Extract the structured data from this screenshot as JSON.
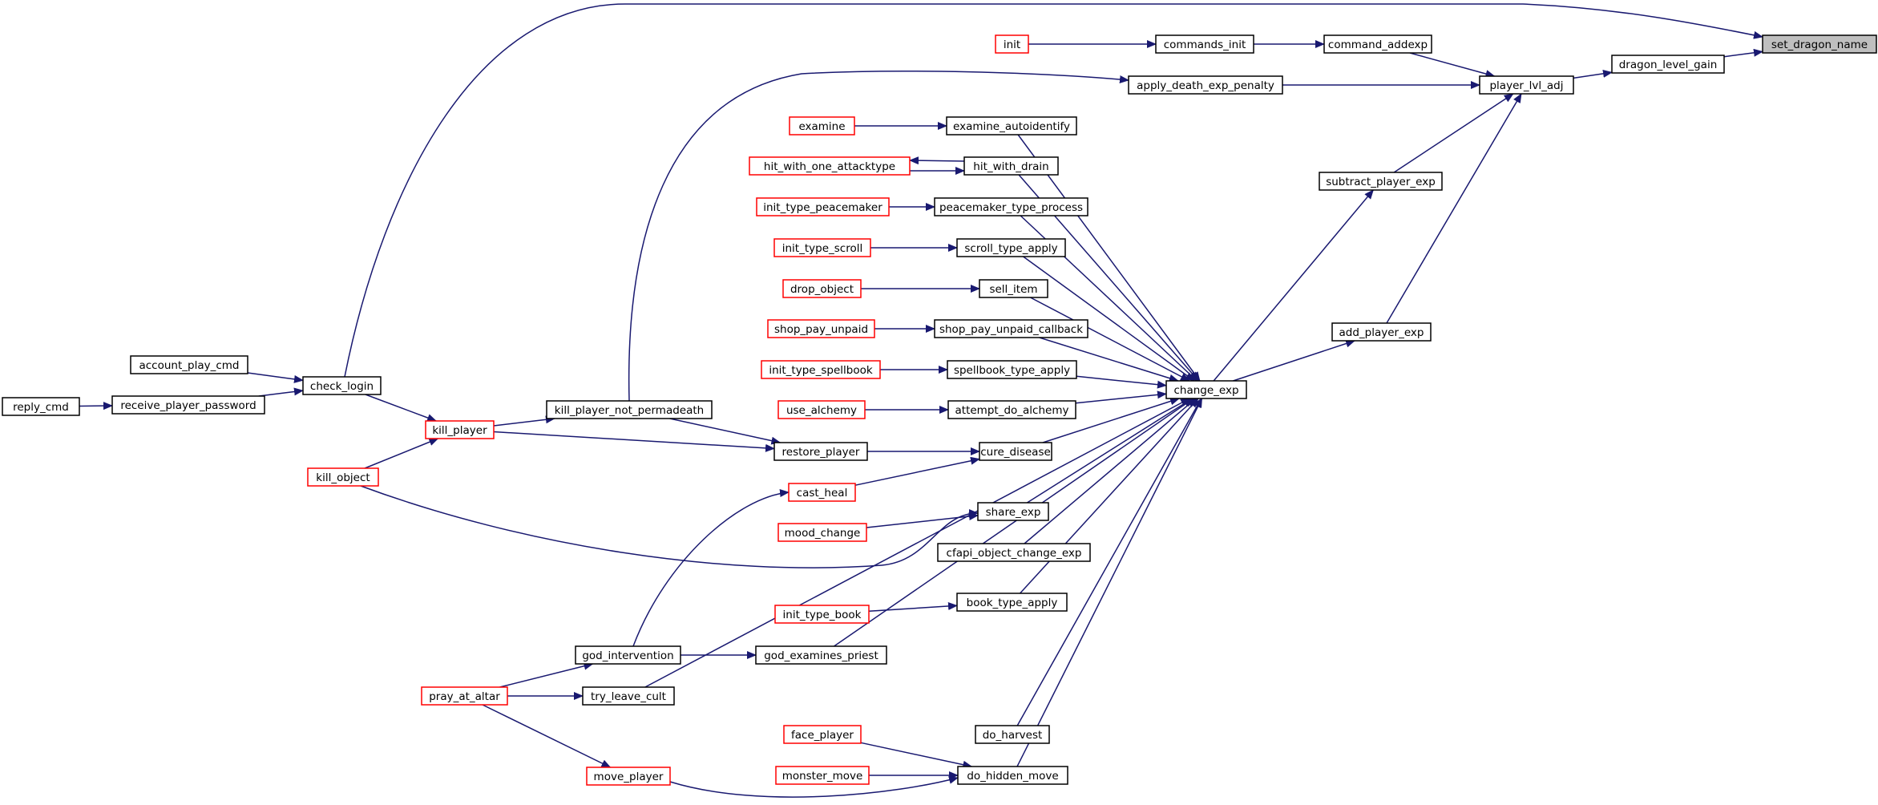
{
  "diagram": {
    "colors": {
      "root_fill": "#bfbfbf",
      "black": "#000000",
      "red": "#ff0000",
      "edge": "#191970"
    },
    "nodes": [
      {
        "id": "set_dragon_name",
        "label": "set_dragon_name",
        "style": "root"
      },
      {
        "id": "dragon_level_gain",
        "label": "dragon_level_gain",
        "style": "black"
      },
      {
        "id": "player_lvl_adj",
        "label": "player_lvl_adj",
        "style": "black"
      },
      {
        "id": "command_addexp",
        "label": "command_addexp",
        "style": "black"
      },
      {
        "id": "commands_init",
        "label": "commands_init",
        "style": "black"
      },
      {
        "id": "init",
        "label": "init",
        "style": "red"
      },
      {
        "id": "apply_death_exp_penalty",
        "label": "apply_death_exp_penalty",
        "style": "black"
      },
      {
        "id": "subtract_player_exp",
        "label": "subtract_player_exp",
        "style": "black"
      },
      {
        "id": "add_player_exp",
        "label": "add_player_exp",
        "style": "black"
      },
      {
        "id": "change_exp",
        "label": "change_exp",
        "style": "black"
      },
      {
        "id": "examine_autoidentify",
        "label": "examine_autoidentify",
        "style": "black"
      },
      {
        "id": "examine",
        "label": "examine",
        "style": "red"
      },
      {
        "id": "hit_with_drain",
        "label": "hit_with_drain",
        "style": "black"
      },
      {
        "id": "hit_with_one_attacktype",
        "label": "hit_with_one_attacktype",
        "style": "red"
      },
      {
        "id": "peacemaker_type_process",
        "label": "peacemaker_type_process",
        "style": "black"
      },
      {
        "id": "init_type_peacemaker",
        "label": "init_type_peacemaker",
        "style": "red"
      },
      {
        "id": "scroll_type_apply",
        "label": "scroll_type_apply",
        "style": "black"
      },
      {
        "id": "init_type_scroll",
        "label": "init_type_scroll",
        "style": "red"
      },
      {
        "id": "sell_item",
        "label": "sell_item",
        "style": "black"
      },
      {
        "id": "drop_object",
        "label": "drop_object",
        "style": "red"
      },
      {
        "id": "shop_pay_unpaid_callback",
        "label": "shop_pay_unpaid_callback",
        "style": "black"
      },
      {
        "id": "shop_pay_unpaid",
        "label": "shop_pay_unpaid",
        "style": "red"
      },
      {
        "id": "spellbook_type_apply",
        "label": "spellbook_type_apply",
        "style": "black"
      },
      {
        "id": "init_type_spellbook",
        "label": "init_type_spellbook",
        "style": "red"
      },
      {
        "id": "attempt_do_alchemy",
        "label": "attempt_do_alchemy",
        "style": "black"
      },
      {
        "id": "use_alchemy",
        "label": "use_alchemy",
        "style": "red"
      },
      {
        "id": "cure_disease",
        "label": "cure_disease",
        "style": "black"
      },
      {
        "id": "restore_player",
        "label": "restore_player",
        "style": "black"
      },
      {
        "id": "cast_heal",
        "label": "cast_heal",
        "style": "red"
      },
      {
        "id": "share_exp",
        "label": "share_exp",
        "style": "black"
      },
      {
        "id": "mood_change",
        "label": "mood_change",
        "style": "red"
      },
      {
        "id": "cfapi_object_change_exp",
        "label": "cfapi_object_change_exp",
        "style": "black"
      },
      {
        "id": "book_type_apply",
        "label": "book_type_apply",
        "style": "black"
      },
      {
        "id": "init_type_book",
        "label": "init_type_book",
        "style": "red"
      },
      {
        "id": "god_examines_priest",
        "label": "god_examines_priest",
        "style": "black"
      },
      {
        "id": "god_intervention",
        "label": "god_intervention",
        "style": "black"
      },
      {
        "id": "try_leave_cult",
        "label": "try_leave_cult",
        "style": "black"
      },
      {
        "id": "pray_at_altar",
        "label": "pray_at_altar",
        "style": "red"
      },
      {
        "id": "do_harvest",
        "label": "do_harvest",
        "style": "black"
      },
      {
        "id": "do_hidden_move",
        "label": "do_hidden_move",
        "style": "black"
      },
      {
        "id": "face_player",
        "label": "face_player",
        "style": "red"
      },
      {
        "id": "monster_move",
        "label": "monster_move",
        "style": "red"
      },
      {
        "id": "move_player",
        "label": "move_player",
        "style": "red"
      },
      {
        "id": "kill_player_not_permadeath",
        "label": "kill_player_not_permadeath",
        "style": "black"
      },
      {
        "id": "kill_player",
        "label": "kill_player",
        "style": "red"
      },
      {
        "id": "kill_object",
        "label": "kill_object",
        "style": "red"
      },
      {
        "id": "check_login",
        "label": "check_login",
        "style": "black"
      },
      {
        "id": "account_play_cmd",
        "label": "account_play_cmd",
        "style": "black"
      },
      {
        "id": "receive_player_password",
        "label": "receive_player_password",
        "style": "black"
      },
      {
        "id": "reply_cmd",
        "label": "reply_cmd",
        "style": "black"
      }
    ],
    "edges": [
      [
        "dragon_level_gain",
        "set_dragon_name"
      ],
      [
        "check_login",
        "set_dragon_name"
      ],
      [
        "player_lvl_adj",
        "dragon_level_gain"
      ],
      [
        "command_addexp",
        "player_lvl_adj"
      ],
      [
        "apply_death_exp_penalty",
        "player_lvl_adj"
      ],
      [
        "subtract_player_exp",
        "player_lvl_adj"
      ],
      [
        "add_player_exp",
        "player_lvl_adj"
      ],
      [
        "commands_init",
        "command_addexp"
      ],
      [
        "init",
        "commands_init"
      ],
      [
        "kill_player_not_permadeath",
        "apply_death_exp_penalty"
      ],
      [
        "change_exp",
        "subtract_player_exp"
      ],
      [
        "change_exp",
        "add_player_exp"
      ],
      [
        "examine_autoidentify",
        "change_exp"
      ],
      [
        "hit_with_drain",
        "change_exp"
      ],
      [
        "peacemaker_type_process",
        "change_exp"
      ],
      [
        "scroll_type_apply",
        "change_exp"
      ],
      [
        "sell_item",
        "change_exp"
      ],
      [
        "shop_pay_unpaid_callback",
        "change_exp"
      ],
      [
        "spellbook_type_apply",
        "change_exp"
      ],
      [
        "attempt_do_alchemy",
        "change_exp"
      ],
      [
        "cure_disease",
        "change_exp"
      ],
      [
        "share_exp",
        "change_exp"
      ],
      [
        "cfapi_object_change_exp",
        "change_exp"
      ],
      [
        "book_type_apply",
        "change_exp"
      ],
      [
        "god_examines_priest",
        "change_exp"
      ],
      [
        "try_leave_cult",
        "change_exp"
      ],
      [
        "do_harvest",
        "change_exp"
      ],
      [
        "do_hidden_move",
        "change_exp"
      ],
      [
        "examine",
        "examine_autoidentify"
      ],
      [
        "hit_with_drain",
        "hit_with_one_attacktype"
      ],
      [
        "hit_with_one_attacktype",
        "hit_with_drain"
      ],
      [
        "init_type_peacemaker",
        "peacemaker_type_process"
      ],
      [
        "init_type_scroll",
        "scroll_type_apply"
      ],
      [
        "drop_object",
        "sell_item"
      ],
      [
        "shop_pay_unpaid",
        "shop_pay_unpaid_callback"
      ],
      [
        "init_type_spellbook",
        "spellbook_type_apply"
      ],
      [
        "use_alchemy",
        "attempt_do_alchemy"
      ],
      [
        "restore_player",
        "cure_disease"
      ],
      [
        "cast_heal",
        "cure_disease"
      ],
      [
        "mood_change",
        "share_exp"
      ],
      [
        "kill_object",
        "share_exp"
      ],
      [
        "init_type_book",
        "book_type_apply"
      ],
      [
        "god_intervention",
        "god_examines_priest"
      ],
      [
        "god_intervention",
        "cast_heal"
      ],
      [
        "pray_at_altar",
        "god_intervention"
      ],
      [
        "pray_at_altar",
        "try_leave_cult"
      ],
      [
        "pray_at_altar",
        "move_player"
      ],
      [
        "face_player",
        "do_hidden_move"
      ],
      [
        "monster_move",
        "do_hidden_move"
      ],
      [
        "move_player",
        "do_hidden_move"
      ],
      [
        "kill_player_not_permadeath",
        "restore_player"
      ],
      [
        "kill_player",
        "restore_player"
      ],
      [
        "kill_player",
        "kill_player_not_permadeath"
      ],
      [
        "check_login",
        "kill_player"
      ],
      [
        "kill_object",
        "kill_player"
      ],
      [
        "account_play_cmd",
        "check_login"
      ],
      [
        "receive_player_password",
        "check_login"
      ],
      [
        "reply_cmd",
        "receive_player_password"
      ]
    ]
  }
}
